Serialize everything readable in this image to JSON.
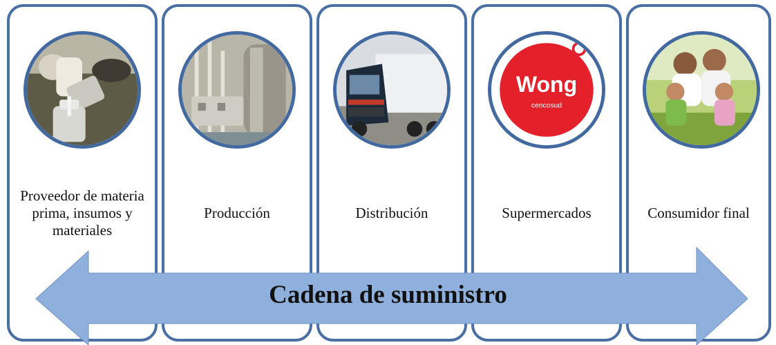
{
  "stages": [
    {
      "label": "Proveedor de materia prima, insumos y materiales",
      "image": "dairy-farmer-pouring-milk-photo"
    },
    {
      "label": "Producción",
      "image": "milk-processing-plant-photo"
    },
    {
      "label": "Distribución",
      "image": "refrigerated-truck-photo"
    },
    {
      "label": "Supermercados",
      "image": "wong-supermarket-logo",
      "logo": {
        "brand": "Wong",
        "subtitle": "cencosud"
      }
    },
    {
      "label": "Consumidor final",
      "image": "family-photo"
    }
  ],
  "arrow": {
    "label": "Cadena de suministro"
  },
  "colors": {
    "border": "#4a6fa5",
    "arrow": "#8fb0dc",
    "logo_red": "#e4202b"
  }
}
